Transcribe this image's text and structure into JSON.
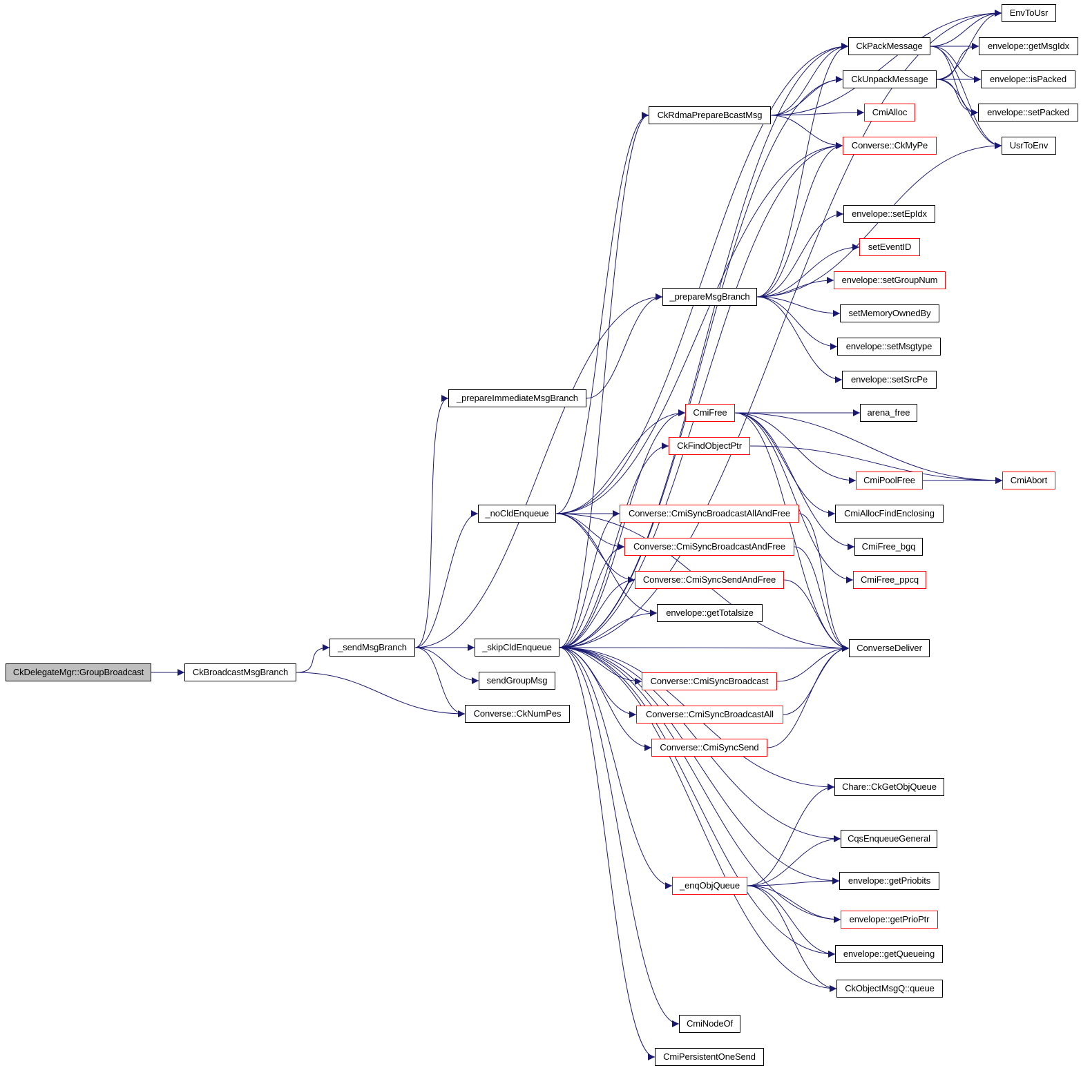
{
  "diagram": {
    "title": "Call graph of CkDelegateMgr::GroupBroadcast",
    "edge_color": "#191970",
    "external_border_color": "#ff0000",
    "root_fill_color": "#bfbfbf",
    "nodes": [
      {
        "id": "root",
        "label": "CkDelegateMgr::GroupBroadcast",
        "kind": "root"
      },
      {
        "id": "ckbcast",
        "label": "CkBroadcastMsgBranch",
        "kind": "normal"
      },
      {
        "id": "sendmsg",
        "label": "_sendMsgBranch",
        "kind": "normal"
      },
      {
        "id": "prepimm",
        "label": "_prepareImmediateMsgBranch",
        "kind": "normal"
      },
      {
        "id": "nocld",
        "label": "_noCldEnqueue",
        "kind": "normal"
      },
      {
        "id": "skipcld",
        "label": "_skipCldEnqueue",
        "kind": "normal"
      },
      {
        "id": "sendgroup",
        "label": "sendGroupMsg",
        "kind": "normal"
      },
      {
        "id": "numpes",
        "label": "Converse::CkNumPes",
        "kind": "normal"
      },
      {
        "id": "rdma",
        "label": "CkRdmaPrepareBcastMsg",
        "kind": "normal"
      },
      {
        "id": "prepmsg",
        "label": "_prepareMsgBranch",
        "kind": "normal"
      },
      {
        "id": "cmifree",
        "label": "CmiFree",
        "kind": "external"
      },
      {
        "id": "findobj",
        "label": "CkFindObjectPtr",
        "kind": "external"
      },
      {
        "id": "syncbaaf",
        "label": "Converse::CmiSyncBroadcastAllAndFree",
        "kind": "external"
      },
      {
        "id": "syncbaf",
        "label": "Converse::CmiSyncBroadcastAndFree",
        "kind": "external"
      },
      {
        "id": "syncsaf",
        "label": "Converse::CmiSyncSendAndFree",
        "kind": "external"
      },
      {
        "id": "totalsize",
        "label": "envelope::getTotalsize",
        "kind": "normal"
      },
      {
        "id": "syncb",
        "label": "Converse::CmiSyncBroadcast",
        "kind": "external"
      },
      {
        "id": "syncba",
        "label": "Converse::CmiSyncBroadcastAll",
        "kind": "external"
      },
      {
        "id": "syncs",
        "label": "Converse::CmiSyncSend",
        "kind": "external"
      },
      {
        "id": "enqobj",
        "label": "_enqObjQueue",
        "kind": "external"
      },
      {
        "id": "nodeof",
        "label": "CmiNodeOf",
        "kind": "normal"
      },
      {
        "id": "persist",
        "label": "CmiPersistentOneSend",
        "kind": "normal"
      },
      {
        "id": "pack",
        "label": "CkPackMessage",
        "kind": "normal"
      },
      {
        "id": "unpack",
        "label": "CkUnpackMessage",
        "kind": "normal"
      },
      {
        "id": "cmialloc",
        "label": "CmiAlloc",
        "kind": "external"
      },
      {
        "id": "mype",
        "label": "Converse::CkMyPe",
        "kind": "external"
      },
      {
        "id": "setepidx",
        "label": "envelope::setEpIdx",
        "kind": "normal"
      },
      {
        "id": "seteventid",
        "label": "setEventID",
        "kind": "external"
      },
      {
        "id": "setgroupnum",
        "label": "envelope::setGroupNum",
        "kind": "external"
      },
      {
        "id": "setmemowned",
        "label": "setMemoryOwnedBy",
        "kind": "normal"
      },
      {
        "id": "setmsgtype",
        "label": "envelope::setMsgtype",
        "kind": "normal"
      },
      {
        "id": "setsrcpe",
        "label": "envelope::setSrcPe",
        "kind": "normal"
      },
      {
        "id": "arenafree",
        "label": "arena_free",
        "kind": "normal"
      },
      {
        "id": "poolfree",
        "label": "CmiPoolFree",
        "kind": "external"
      },
      {
        "id": "allocfind",
        "label": "CmiAllocFindEnclosing",
        "kind": "normal"
      },
      {
        "id": "freebgq",
        "label": "CmiFree_bgq",
        "kind": "normal"
      },
      {
        "id": "freeppcq",
        "label": "CmiFree_ppcq",
        "kind": "external"
      },
      {
        "id": "convdeliver",
        "label": "ConverseDeliver",
        "kind": "normal"
      },
      {
        "id": "getobjq",
        "label": "Chare::CkGetObjQueue",
        "kind": "normal"
      },
      {
        "id": "cqsenq",
        "label": "CqsEnqueueGeneral",
        "kind": "normal"
      },
      {
        "id": "getpriobits",
        "label": "envelope::getPriobits",
        "kind": "normal"
      },
      {
        "id": "getprioptr",
        "label": "envelope::getPrioPtr",
        "kind": "external"
      },
      {
        "id": "getqueueing",
        "label": "envelope::getQueueing",
        "kind": "normal"
      },
      {
        "id": "objmsgq",
        "label": "CkObjectMsgQ::queue",
        "kind": "normal"
      },
      {
        "id": "envtousr",
        "label": "EnvToUsr",
        "kind": "normal"
      },
      {
        "id": "getmsgidx",
        "label": "envelope::getMsgIdx",
        "kind": "normal"
      },
      {
        "id": "ispacked",
        "label": "envelope::isPacked",
        "kind": "normal"
      },
      {
        "id": "setpacked",
        "label": "envelope::setPacked",
        "kind": "normal"
      },
      {
        "id": "usrtoenv",
        "label": "UsrToEnv",
        "kind": "normal"
      },
      {
        "id": "cmiabort",
        "label": "CmiAbort",
        "kind": "external"
      }
    ],
    "edges": [
      [
        "root",
        "ckbcast"
      ],
      [
        "ckbcast",
        "sendmsg"
      ],
      [
        "ckbcast",
        "numpes"
      ],
      [
        "sendmsg",
        "skipcld"
      ],
      [
        "sendmsg",
        "sendgroup"
      ],
      [
        "sendmsg",
        "numpes"
      ],
      [
        "sendmsg",
        "prepimm"
      ],
      [
        "sendmsg",
        "nocld"
      ],
      [
        "sendmsg",
        "prepmsg"
      ],
      [
        "prepimm",
        "prepmsg"
      ],
      [
        "nocld",
        "syncbaaf"
      ],
      [
        "nocld",
        "syncbaf"
      ],
      [
        "nocld",
        "syncsaf"
      ],
      [
        "nocld",
        "totalsize"
      ],
      [
        "nocld",
        "cmifree"
      ],
      [
        "nocld",
        "pack"
      ],
      [
        "nocld",
        "rdma"
      ],
      [
        "nocld",
        "mype"
      ],
      [
        "nocld",
        "convdeliver"
      ],
      [
        "skipcld",
        "convdeliver"
      ],
      [
        "skipcld",
        "syncb"
      ],
      [
        "skipcld",
        "syncba"
      ],
      [
        "skipcld",
        "syncs"
      ],
      [
        "skipcld",
        "totalsize"
      ],
      [
        "skipcld",
        "syncsaf"
      ],
      [
        "skipcld",
        "syncbaf"
      ],
      [
        "skipcld",
        "syncbaaf"
      ],
      [
        "skipcld",
        "findobj"
      ],
      [
        "skipcld",
        "cmifree"
      ],
      [
        "skipcld",
        "pack"
      ],
      [
        "skipcld",
        "unpack"
      ],
      [
        "skipcld",
        "rdma"
      ],
      [
        "skipcld",
        "mype"
      ],
      [
        "skipcld",
        "envtousr"
      ],
      [
        "skipcld",
        "getobjq"
      ],
      [
        "skipcld",
        "cqsenq"
      ],
      [
        "skipcld",
        "getpriobits"
      ],
      [
        "skipcld",
        "enqobj"
      ],
      [
        "skipcld",
        "getprioptr"
      ],
      [
        "skipcld",
        "getqueueing"
      ],
      [
        "skipcld",
        "objmsgq"
      ],
      [
        "skipcld",
        "nodeof"
      ],
      [
        "skipcld",
        "persist"
      ],
      [
        "rdma",
        "pack"
      ],
      [
        "rdma",
        "unpack"
      ],
      [
        "rdma",
        "cmialloc"
      ],
      [
        "rdma",
        "mype"
      ],
      [
        "rdma",
        "envtousr"
      ],
      [
        "prepmsg",
        "setepidx"
      ],
      [
        "prepmsg",
        "seteventid"
      ],
      [
        "prepmsg",
        "setgroupnum"
      ],
      [
        "prepmsg",
        "setmemowned"
      ],
      [
        "prepmsg",
        "setmsgtype"
      ],
      [
        "prepmsg",
        "setsrcpe"
      ],
      [
        "prepmsg",
        "mype"
      ],
      [
        "prepmsg",
        "usrtoenv"
      ],
      [
        "prepmsg",
        "pack"
      ],
      [
        "pack",
        "envtousr"
      ],
      [
        "pack",
        "getmsgidx"
      ],
      [
        "pack",
        "ispacked"
      ],
      [
        "pack",
        "setpacked"
      ],
      [
        "pack",
        "usrtoenv"
      ],
      [
        "unpack",
        "envtousr"
      ],
      [
        "unpack",
        "getmsgidx"
      ],
      [
        "unpack",
        "ispacked"
      ],
      [
        "unpack",
        "setpacked"
      ],
      [
        "unpack",
        "usrtoenv"
      ],
      [
        "cmifree",
        "arenafree"
      ],
      [
        "cmifree",
        "cmiabort"
      ],
      [
        "cmifree",
        "poolfree"
      ],
      [
        "cmifree",
        "allocfind"
      ],
      [
        "cmifree",
        "freebgq"
      ],
      [
        "cmifree",
        "freeppcq"
      ],
      [
        "cmifree",
        "convdeliver"
      ],
      [
        "poolfree",
        "cmiabort"
      ],
      [
        "findobj",
        "cmiabort"
      ],
      [
        "syncbaaf",
        "convdeliver"
      ],
      [
        "syncbaf",
        "convdeliver"
      ],
      [
        "syncsaf",
        "convdeliver"
      ],
      [
        "syncb",
        "convdeliver"
      ],
      [
        "syncba",
        "convdeliver"
      ],
      [
        "syncs",
        "convdeliver"
      ],
      [
        "enqobj",
        "getobjq"
      ],
      [
        "enqobj",
        "cqsenq"
      ],
      [
        "enqobj",
        "getpriobits"
      ],
      [
        "enqobj",
        "getprioptr"
      ],
      [
        "enqobj",
        "getqueueing"
      ],
      [
        "enqobj",
        "objmsgq"
      ]
    ]
  }
}
